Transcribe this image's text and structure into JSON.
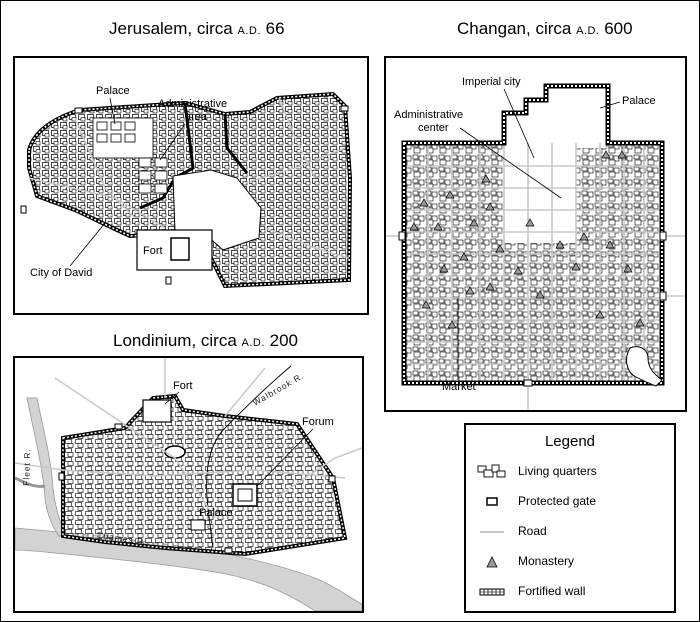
{
  "maps": {
    "jerusalem": {
      "title_prefix": "Jerusalem, circa ",
      "era": "A.D.",
      "year": " 66",
      "labels": {
        "palace": "Palace",
        "administrative_1": "Administrative",
        "administrative_2": "area",
        "fort": "Fort",
        "city_of_david": "City of David"
      }
    },
    "changan": {
      "title_prefix": "Changan, circa ",
      "era": "A.D.",
      "year": " 600",
      "labels": {
        "imperial_city": "Imperial city",
        "administrative_1": "Administrative",
        "administrative_2": "center",
        "palace": "Palace",
        "market": "Market"
      }
    },
    "londinium": {
      "title_prefix": "Londinium, circa ",
      "era": "A.D.",
      "year": " 200",
      "labels": {
        "fort": "Fort",
        "forum": "Forum",
        "palace": "Palace",
        "walbrook": "Walbrook R.",
        "fleet": "Fleet R.",
        "thames": "Thames R."
      }
    }
  },
  "legend": {
    "title": "Legend",
    "items": [
      {
        "id": "living",
        "label": "Living quarters",
        "icon": "living-quarters-icon"
      },
      {
        "id": "gate",
        "label": "Protected gate",
        "icon": "protected-gate-icon"
      },
      {
        "id": "road",
        "label": "Road",
        "icon": "road-icon"
      },
      {
        "id": "monastery",
        "label": "Monastery",
        "icon": "monastery-icon"
      },
      {
        "id": "wall",
        "label": "Fortified wall",
        "icon": "fortified-wall-icon"
      }
    ]
  },
  "colors": {
    "wall": "#000000",
    "road": "#c8c8c8",
    "river": "#d3d3d3",
    "building": "#ffffff"
  }
}
